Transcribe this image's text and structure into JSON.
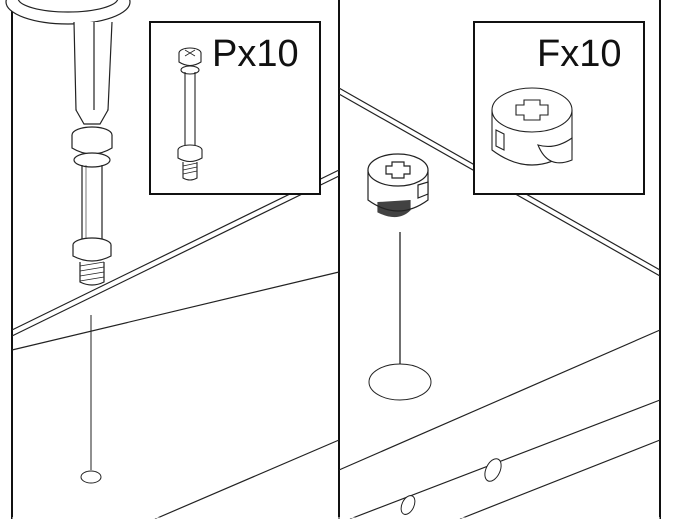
{
  "panels": [
    {
      "id": "left",
      "part_label": "Px10",
      "part_name": "cam-bolt"
    },
    {
      "id": "right",
      "part_label": "Fx10",
      "part_name": "cam-lock-nut"
    }
  ],
  "colors": {
    "line": "#222222",
    "frame": "#111111",
    "background": "#ffffff"
  }
}
